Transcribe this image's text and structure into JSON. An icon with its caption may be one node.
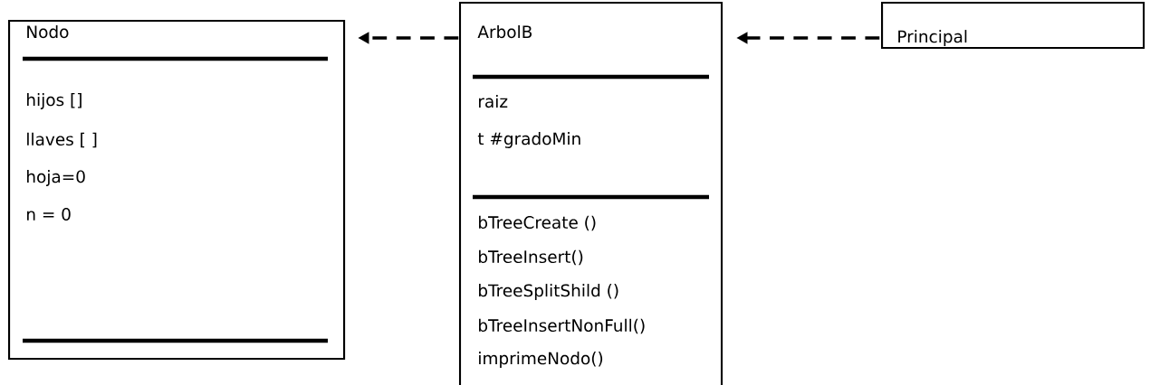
{
  "diagram": {
    "nodes": [
      {
        "text": [
          "Nodo",
          "hijos []",
          "llaves [ ]",
          "hoja=0",
          "n = 0"
        ]
      },
      {
        "text": [
          "ArbolB",
          "raiz",
          "t #gradoMin",
          "bTreeCreate ()",
          "bTreeInsert()",
          "bTreeSplitShild ()",
          "bTreeInsertNonFull()",
          "imprimeNodo()"
        ]
      },
      {
        "text": [
          "Principal"
        ]
      }
    ],
    "edges": [
      {
        "from": 1,
        "to": 0,
        "arrow": "to",
        "style": "dashed"
      },
      {
        "from": 2,
        "to": 1,
        "arrow": "to",
        "style": "dashed"
      }
    ]
  }
}
